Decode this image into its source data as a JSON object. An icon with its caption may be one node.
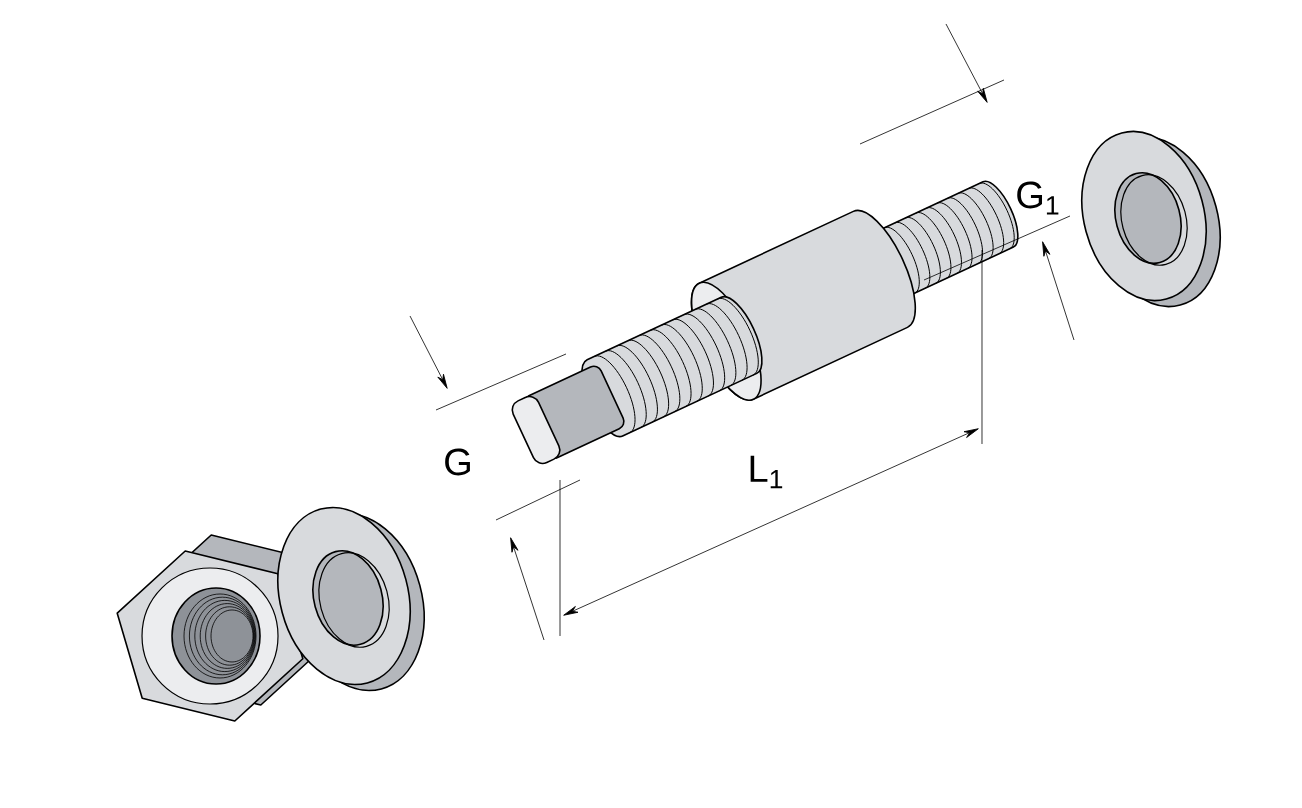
{
  "diagram": {
    "labels": [
      "G$_{1}$",
      "G",
      "L$_{1}$"
    ]
  }
}
